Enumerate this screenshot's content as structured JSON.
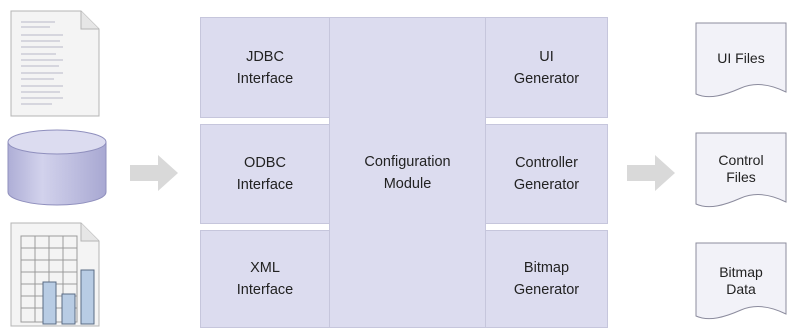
{
  "diagram": {
    "blocks": {
      "jdbc": {
        "line1": "JDBC",
        "line2": "Interface"
      },
      "odbc": {
        "line1": "ODBC",
        "line2": "Interface"
      },
      "xml": {
        "line1": "XML",
        "line2": "Interface"
      },
      "configuration": {
        "line1": "Configuration",
        "line2": "Module"
      },
      "ui": {
        "line1": "UI",
        "line2": "Generator"
      },
      "controller": {
        "line1": "Controller",
        "line2": "Generator"
      },
      "bitmap": {
        "line1": "Bitmap",
        "line2": "Generator"
      }
    },
    "outputs": {
      "ui_files": {
        "line1": "UI Files",
        "line2": ""
      },
      "control_files": {
        "line1": "Control",
        "line2": "Files"
      },
      "bitmap_data": {
        "line1": "Bitmap",
        "line2": "Data"
      }
    },
    "icons": [
      "text-document-icon",
      "database-cylinder-icon",
      "chart-document-icon",
      "arrow-right-icon"
    ],
    "colors": {
      "block_fill": "#dcdcef",
      "block_border": "#c6c6dc",
      "doc_fill": "#f2f2f8",
      "cylinder_fill": "#c8c8e6",
      "chart_bar_fill": "#b8cce4",
      "arrow_fill": "#d9d9d9"
    }
  }
}
